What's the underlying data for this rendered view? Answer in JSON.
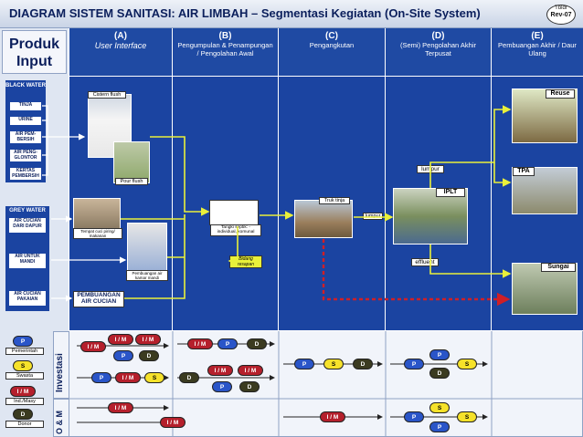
{
  "title": "DIAGRAM SISTEM SANITASI: AIR LIMBAH – Segmentasi Kegiatan (On-Site System)",
  "rev": {
    "top": "Tbldr",
    "label": "Rev-07"
  },
  "produk_input": "Produk Input",
  "columns": [
    {
      "letter": "(A)",
      "name": "User Interface"
    },
    {
      "letter": "(B)",
      "name": "Pengumpulan & Penampungan / Pengolahan Awal"
    },
    {
      "letter": "(C)",
      "name": "Pengangkutan"
    },
    {
      "letter": "(D)",
      "name": "(Semi) Pengolahan Akhir Terpusat"
    },
    {
      "letter": "(E)",
      "name": "Pembuangan Akhir / Daur Ulang"
    }
  ],
  "black_water": {
    "title": "BLACK WATER",
    "items": [
      "TINJA",
      "URINE",
      "AIR PEM-BERSIH",
      "AIR PENG-GLONTOR",
      "KERTAS PEMBERSIH"
    ]
  },
  "grey_water": {
    "title": "GREY WATER",
    "items": [
      "AIR CUCIAN DARI DAPUR",
      "AIR UNTUK MANDI",
      "AIR CUCIAN PAKAIAN"
    ]
  },
  "captions": {
    "cistern_flush": "Cistern flush",
    "pour_flush": "Pour flush",
    "tempat_cuci": "Tempat cuci piring/ makanan",
    "pembuangan_kamar": "Pembuangan air kamar mandi",
    "pembuangan_cucian": "PEMBUANGAN AIR CUCIAN",
    "tangki": "Tangki septik: - individual, komunal",
    "bidang": "Bidang resapan",
    "truk": "Truk tinja",
    "lumpur1": "lumpur",
    "lumpur2": "lumpur",
    "iplt": "IPLT",
    "effluent": "effluent",
    "reuse": "Reuse",
    "tpa": "TPA",
    "sungai": "Sungai"
  },
  "legend": [
    {
      "code": "P",
      "label": "Pemerintah"
    },
    {
      "code": "S",
      "label": "Swasta"
    },
    {
      "code": "I / M",
      "label": "Ind./Masy"
    },
    {
      "code": "D",
      "label": "Donor"
    }
  ],
  "rows": {
    "investasi": "Investasi",
    "om": "O & M"
  },
  "colors": {
    "panel": "#1b44a1",
    "flow": "#e9f03a",
    "dashed": "#d01f26",
    "p": "#2a55c8",
    "s": "#f6e22a",
    "i": "#b5202c",
    "d": "#3b3b20"
  }
}
